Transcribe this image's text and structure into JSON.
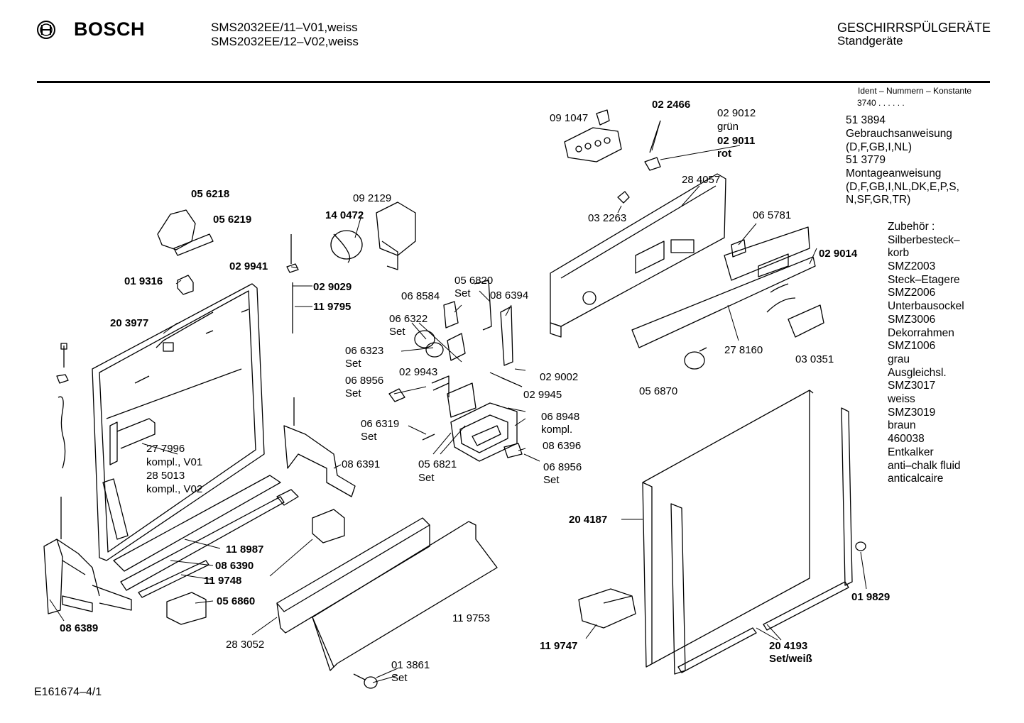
{
  "header": {
    "brand": "BOSCH",
    "models": [
      "SMS2032EE/11–V01,weiss",
      "SMS2032EE/12–V02,weiss"
    ],
    "category": "GESCHIRRSPÜLGERÄTE",
    "subcategory": "Standgeräte"
  },
  "ident": {
    "title": "Ident – Nummern – Konstante",
    "code": "3740  .  .    .  .  .  ."
  },
  "docs": {
    "d1_num": "51 3894",
    "d1_name": "Gebrauchsanweisung",
    "d1_lang": "(D,F,GB,I,NL)",
    "d2_num": "51 3779",
    "d2_name": "Montageanweisung",
    "d2_lang1": "(D,F,GB,I,NL,DK,E,P,S,",
    "d2_lang2": " N,SF,GR,TR)"
  },
  "accessories": [
    "Zubehör :",
    "Silberbesteck–",
    "korb",
    "SMZ2003",
    "Steck–Etagere",
    "SMZ2006",
    "Unterbausockel",
    "SMZ3006",
    "Dekorrahmen",
    "SMZ1006",
    "grau",
    "Ausgleichsl.",
    "SMZ3017",
    "weiss",
    "SMZ3019",
    "braun",
    "460038",
    "Entkalker",
    "anti–chalk fluid",
    "anticalcaire"
  ],
  "parts": {
    "p091047": "09 1047",
    "p022466": "02 2466",
    "p029012": "02 9012",
    "gruen": "grün",
    "p029011": "02 9011",
    "rot": "rot",
    "p284057": "28 4057",
    "p032263": "03 2263",
    "p065781": "06 5781",
    "p029014": "02 9014",
    "p278160": "27 8160",
    "p030351": "03 0351",
    "p056870": "05 6870",
    "p056218": "05 6218",
    "p056219": "05 6219",
    "p092129": "09 2129",
    "p140472": "14 0472",
    "p029941": "02 9941",
    "p019316": "01 9316",
    "p029029": "02 9029",
    "p119795": "11 9795",
    "p203977": "20 3977",
    "p056820": "05 6820",
    "set_a": "Set",
    "p068584": "06 8584",
    "p086394": "08 6394",
    "p066322": "06 6322",
    "set_b": "Set",
    "p066323": "06 6323",
    "set_c": "Set",
    "p029943": "02 9943",
    "p029002": "02 9002",
    "p068956a": "06 8956",
    "set_d": "Set",
    "p029945": "02 9945",
    "p068948": "06 8948",
    "kompl": "kompl.",
    "p066319": "06 6319",
    "set_e": "Set",
    "p086396": "08 6396",
    "p056821": "05 6821",
    "set_f": "Set",
    "p068956b": "06 8956",
    "set_g": "Set",
    "p277996": "27 7996",
    "kompl_v01": "kompl., V01",
    "p285013": "28 5013",
    "kompl_v02": "kompl., V02",
    "p086391": "08 6391",
    "p118987": "11 8987",
    "p086390": "08 6390",
    "p119748": "11 9748",
    "p056860": "05 6860",
    "p086389": "08 6389",
    "p283052": "28 3052",
    "p119753": "11 9753",
    "p013861": "01 3861",
    "set_h": "Set",
    "p204187": "20 4187",
    "p019829": "01 9829",
    "p119747": "11 9747",
    "p204193": "20 4193",
    "set_weiss": "Set/weiß"
  },
  "footer": {
    "code": "E161674–4/1"
  }
}
